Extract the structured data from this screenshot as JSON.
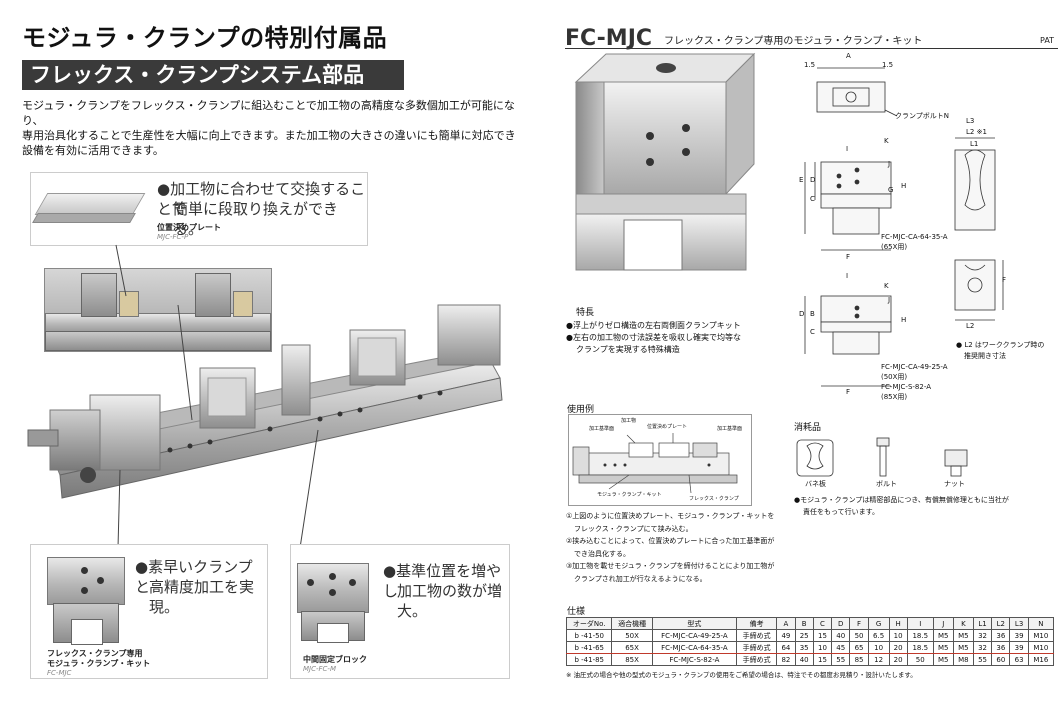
{
  "left": {
    "title": "モジュラ・クランプの特別付属品",
    "subtitle": "フレックス・クランプシステム部品",
    "intro_lines": [
      "モジュラ・クランプをフレックス・クランプに組込むことで加工物の高精度な多数個加工が可能になり、",
      "専用治具化することで生産性を大幅に向上できます。また加工物の大きさの違いにも簡単に対応でき",
      "設備を有効に活用できます。"
    ],
    "callout_plate": {
      "text_line1": "●加工物に合わせて交換することで",
      "text_line2": "簡単に段取り換えができる。",
      "caption": "位置決めプレート",
      "code": "MJC-FC-P"
    },
    "callout_kit": {
      "text_line1": "●素早いクランプと",
      "text_line2": "高精度加工を実現。",
      "caption_line1": "フレックス・クランプ専用",
      "caption_line2": "モジュラ・クランプ・キット",
      "code": "FC-MJC"
    },
    "callout_block": {
      "text_line1": "●基準位置を増やし",
      "text_line2": "加工物の数が増大。",
      "caption": "中間固定ブロック",
      "code": "MJC-FC-M"
    }
  },
  "right": {
    "title": "FC-MJC",
    "subtitle": "フレックス・クランプ専用のモジュラ・クランプ・キット",
    "pat": "PAT",
    "features_head": "特長",
    "features": [
      "●浮上がりゼロ構造の左右両側面クランプキット",
      "●左右の加工物の寸法誤差を吸収し確実で均等な",
      "クランプを実現する特殊構造"
    ],
    "drawing_labels": {
      "dim_a": "A",
      "dim_15l": "1.5",
      "dim_15r": "1.5",
      "bolt": "クランプボルトN",
      "L3": "L3",
      "L2": "L2 ※1",
      "L1": "L1",
      "B": "B",
      "C": "C",
      "D": "D",
      "E": "E",
      "F": "F",
      "G": "G",
      "H": "H",
      "I": "I",
      "J": "J",
      "K": "K",
      "model_1_line1": "FC-MJC-CA-64-35-A",
      "model_1_line2": "(65X用)",
      "model_2_line1": "FC-MJC-CA-49-25-A",
      "model_2_line2": "(50X用)",
      "model_3_line1": "FC-MJC-S-82-A",
      "model_3_line2": "(85X用)",
      "note_l2_line1": "● L2 はワーククランプ時の",
      "note_l2_line2": "推奨開き寸法",
      "L2b": "L2",
      "Fb": "F"
    },
    "usage_head": "使用例",
    "usage_labels": {
      "work": "加工物",
      "ref_left": "加工基準面",
      "plate": "位置決めプレート",
      "ref_right": "加工基準面",
      "kit": "モジュラ・クランプ・キット",
      "flex": "フレックス・クランプ"
    },
    "usage_steps": [
      "①上図のように位置決めプレート、モジュラ・クランプ・キットを",
      "フレックス・クランプにて挟み込む。",
      "②挟み込むことによって、位置決めプレートに合った加工基準面が",
      "でき治具化する。",
      "③加工物を載せモジュラ・クランプを締付けることにより加工物が",
      "クランプされ加工が行なえるようになる。"
    ],
    "consumables_head": "消耗品",
    "consumables": [
      "バネ板",
      "ボルト",
      "ナット"
    ],
    "consumables_note_line1": "●モジュラ・クランプは精密部品につき、有償無償修理ともに当社が",
    "consumables_note_line2": "責任をもって行います。",
    "spec_head": "仕様",
    "spec_columns": [
      "オーダNo.",
      "適合機種",
      "型式",
      "備考",
      "A",
      "B",
      "C",
      "D",
      "F",
      "G",
      "H",
      "I",
      "J",
      "K",
      "L1",
      "L2",
      "L3",
      "N"
    ],
    "spec_rows": [
      [
        "b -41-50",
        "50X",
        "FC-MJC-CA-49-25-A",
        "手締め式",
        "49",
        "25",
        "15",
        "40",
        "50",
        "6.5",
        "10",
        "18.5",
        "M5",
        "M5",
        "32",
        "36",
        "39",
        "M10"
      ],
      [
        "b -41-65",
        "65X",
        "FC-MJC-CA-64-35-A",
        "手締め式",
        "64",
        "35",
        "10",
        "45",
        "65",
        "10",
        "20",
        "18.5",
        "M5",
        "M5",
        "32",
        "36",
        "39",
        "M10"
      ],
      [
        "b -41-85",
        "85X",
        "FC-MJC-S-82-A",
        "手締め式",
        "82",
        "40",
        "15",
        "55",
        "85",
        "12",
        "20",
        "50",
        "M5",
        "M8",
        "55",
        "60",
        "63",
        "M16"
      ]
    ],
    "spec_highlight_row": 1,
    "footnote": "※ 油圧式の場合や他の型式のモジュラ・クランプの使用をご希望の場合は、特注でその都度お見積り・設計いたします。"
  }
}
